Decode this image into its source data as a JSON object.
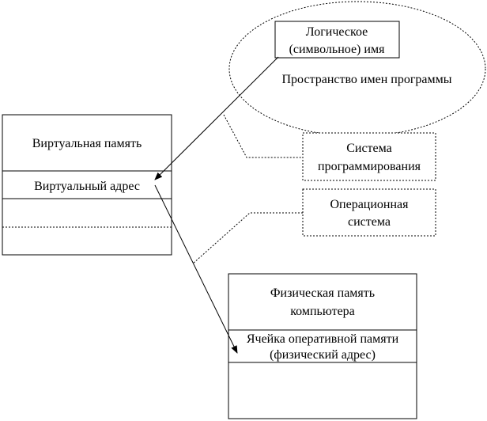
{
  "logical_name": {
    "line1": "Логическое",
    "line2": "(символьное) имя"
  },
  "namespace_label": "Пространство имен программы",
  "virtual_memory": {
    "title": "Виртуальная память",
    "address": "Виртуальный адрес"
  },
  "programming_system": {
    "line1": "Система",
    "line2": "программирования"
  },
  "operating_system": {
    "line1": "Операционная",
    "line2": "система"
  },
  "physical_memory": {
    "title_line1": "Физическая память",
    "title_line2": "компьютера",
    "cell_line1": "Ячейка оперативной памяти",
    "cell_line2": "(физический адрес)"
  }
}
